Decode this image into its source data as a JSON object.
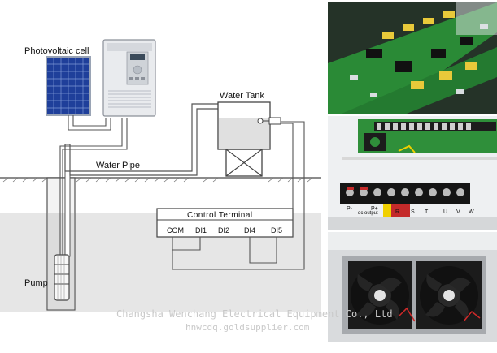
{
  "diagram": {
    "labels": {
      "photovoltaic_cell": "Photovoltaic cell",
      "water_tank": "Water Tank",
      "water_pipe": "Water Pipe",
      "control_terminal": "Control Terminal",
      "pump": "Pump"
    },
    "terminals": [
      "COM",
      "DI1",
      "DI2",
      "DI4",
      "DI5"
    ]
  },
  "photos": {
    "terminal_block_labels": [
      "P-",
      "P+",
      "R",
      "S",
      "T",
      "U",
      "V",
      "W"
    ],
    "terminal_block_header": "dc output"
  },
  "watermark": {
    "company": "Changsha Wenchang Electrical Equipment Co., Ltd",
    "url": "hnwcdq.goldsupplier.com"
  },
  "colors": {
    "pipe": "#555555",
    "panel_blue": "#1f3f9a",
    "pcb_green": "#2a8a36",
    "ground_fill": "#e6e6e6"
  }
}
